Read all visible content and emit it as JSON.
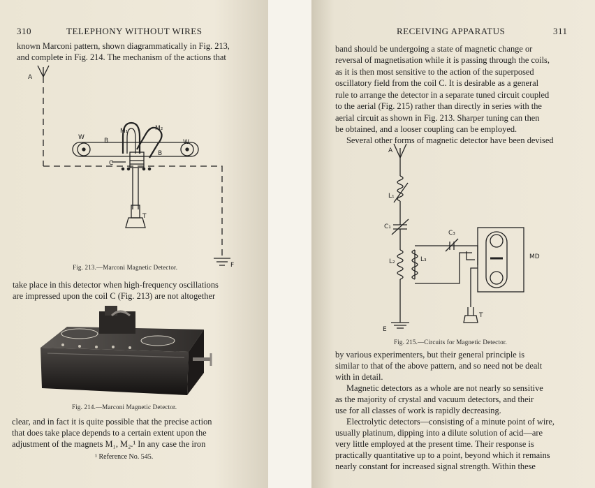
{
  "left_page": {
    "page_number": "310",
    "running_head": "TELEPHONY WITHOUT WIRES",
    "para1_lines": [
      "known Marconi pattern, shown diagrammatically in Fig. 213,",
      "and complete in Fig. 214.  The mechanism of the actions that"
    ],
    "fig213_labels": {
      "aerial": "A",
      "wheel_left": "W",
      "wheel_right": "W",
      "band_left": "B",
      "band_right": "B",
      "magnet1": "M₁",
      "magnet2": "M₂",
      "coil": "C",
      "telephone": "T",
      "earth": "F"
    },
    "fig213_caption": "Fig. 213.—Marconi Magnetic Detector.",
    "para2_lines": [
      "take place in this detector when high-frequency oscillations",
      "are impressed upon the coil C (Fig. 213) are not altogether"
    ],
    "fig214_caption": "Fig. 214.—Marconi Magnetic Detector.",
    "para3_lines": [
      "clear, and in fact it is quite possible that the precise action",
      "that does take place depends to a certain extent upon the",
      "adjustment of the magnets M₁, M₂.¹  In any case the iron"
    ],
    "footnote": "¹ Reference No. 545."
  },
  "right_page": {
    "page_number": "311",
    "running_head": "RECEIVING APPARATUS",
    "para1_lines": [
      "band should be undergoing a state of magnetic change or",
      "reversal of magnetisation while it is passing through the coils,",
      "as it is then most sensitive to the action of the superposed",
      "oscillatory field from the coil C.  It is desirable as a general",
      "rule to arrange the detector in a separate tuned circuit coupled",
      "to the aerial (Fig. 215) rather than directly in series with the",
      "aerial circuit as shown in Fig. 213.  Sharper tuning can then",
      "be obtained, and a looser coupling can be employed."
    ],
    "para2_first_line": "Several other forms of magnetic detector have been devised",
    "fig215_labels": {
      "aerial": "A",
      "l1": "L₁",
      "c1": "C₁",
      "l2": "L₂",
      "l3": "L₃",
      "c3": "C₃",
      "md": "MD",
      "telephone": "T",
      "earth": "E"
    },
    "fig215_caption": "Fig. 215.—Circuits for Magnetic Detector.",
    "para2_rest_lines": [
      "by various experimenters, but their general principle is",
      "similar to that of the above pattern, and so need not be dealt",
      "with in detail."
    ],
    "para3_lines": [
      "Magnetic detectors as a whole are not nearly so sensitive",
      "as the majority of crystal and vacuum detectors, and their",
      "use for all classes of work is rapidly decreasing."
    ],
    "para4_lines": [
      "Electrolytic detectors—consisting of a minute point of wire,",
      "usually platinum, dipping into a dilute solution of acid—are",
      "very little employed at the present time.  Their response is",
      "practically quantitative up to a point, beyond which it remains",
      "nearly constant for increased signal strength.  Within these"
    ]
  }
}
